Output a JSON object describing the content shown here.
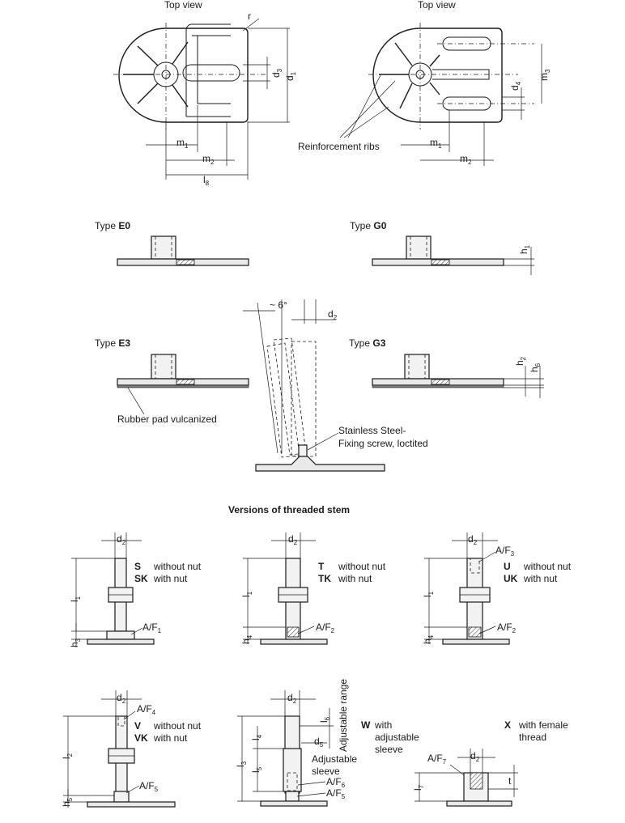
{
  "views": {
    "top_left": {
      "title": "Top view",
      "dims": {
        "r": "r",
        "d3": "d",
        "d3_sub": "3",
        "d1": "d",
        "d1_sub": "1",
        "m1": "m",
        "m1_sub": "1",
        "m2": "m",
        "m2_sub": "2",
        "l8": "l",
        "l8_sub": "8"
      }
    },
    "top_right": {
      "title": "Top view",
      "dims": {
        "d4": "d",
        "d4_sub": "4",
        "m3": "m",
        "m3_sub": "3",
        "m1": "m",
        "m1_sub": "1",
        "m2": "m",
        "m2_sub": "2"
      },
      "ribs_label": "Reinforcement ribs"
    }
  },
  "types": {
    "e0": {
      "prefix": "Type ",
      "code": "E0"
    },
    "g0": {
      "prefix": "Type ",
      "code": "G0",
      "dim": "h",
      "dim_sub": "1"
    },
    "e3": {
      "prefix": "Type ",
      "code": "E3",
      "note": "Rubber pad vulcanized"
    },
    "g3": {
      "prefix": "Type ",
      "code": "G3",
      "dim_a": "h",
      "dim_a_sub": "2",
      "dim_b": "h",
      "dim_b_sub": "6"
    }
  },
  "swivel": {
    "angle": "~ 6°",
    "d2": "d",
    "d2_sub": "2",
    "note_line1": "Stainless Steel-",
    "note_line2": "Fixing screw, loctited"
  },
  "versions_title": "Versions of threaded stem",
  "stems": {
    "s": {
      "d2": "d",
      "d2_sub": "2",
      "code1": "S",
      "text1": "without nut",
      "code2": "SK",
      "text2": "with nut",
      "l": "l",
      "l_sub": "1",
      "h": "h",
      "h_sub": "3",
      "af": "A/F",
      "af_sub": "1"
    },
    "t": {
      "d2": "d",
      "d2_sub": "2",
      "code1": "T",
      "text1": "without nut",
      "code2": "TK",
      "text2": "with nut",
      "l": "l",
      "l_sub": "1",
      "h": "h",
      "h_sub": "4",
      "af": "A/F",
      "af_sub": "2"
    },
    "u": {
      "d2": "d",
      "d2_sub": "2",
      "af_top": "A/F",
      "af_top_sub": "3",
      "code1": "U",
      "text1": "without nut",
      "code2": "UK",
      "text2": "with nut",
      "l": "l",
      "l_sub": "1",
      "h": "h",
      "h_sub": "4",
      "af": "A/F",
      "af_sub": "2"
    },
    "v": {
      "d2": "d",
      "d2_sub": "2",
      "af_top": "A/F",
      "af_top_sub": "4",
      "code1": "V",
      "text1": "without nut",
      "code2": "VK",
      "text2": "with nut",
      "l": "l",
      "l_sub": "2",
      "h": "h",
      "h_sub": "5",
      "af": "A/F",
      "af_sub": "5"
    },
    "w": {
      "d2": "d",
      "d2_sub": "2",
      "range": "Adjustable range",
      "l6": "l",
      "l6_sub": "6",
      "l4": "l",
      "l4_sub": "4",
      "l3": "l",
      "l3_sub": "3",
      "l5": "l",
      "l5_sub": "5",
      "d5": "d",
      "d5_sub": "5",
      "sleeve1": "Adjustable",
      "sleeve2": "sleeve",
      "af6": "A/F",
      "af6_sub": "6",
      "af5": "A/F",
      "af5_sub": "5",
      "code": "W",
      "text1": "with",
      "text2": "adjustable",
      "text3": "sleeve"
    },
    "x": {
      "code": "X",
      "text1": "with female",
      "text2": "thread",
      "af": "A/F",
      "af_sub": "7",
      "d2": "d",
      "d2_sub": "2",
      "t": "t",
      "l7": "l",
      "l7_sub": "7"
    }
  }
}
